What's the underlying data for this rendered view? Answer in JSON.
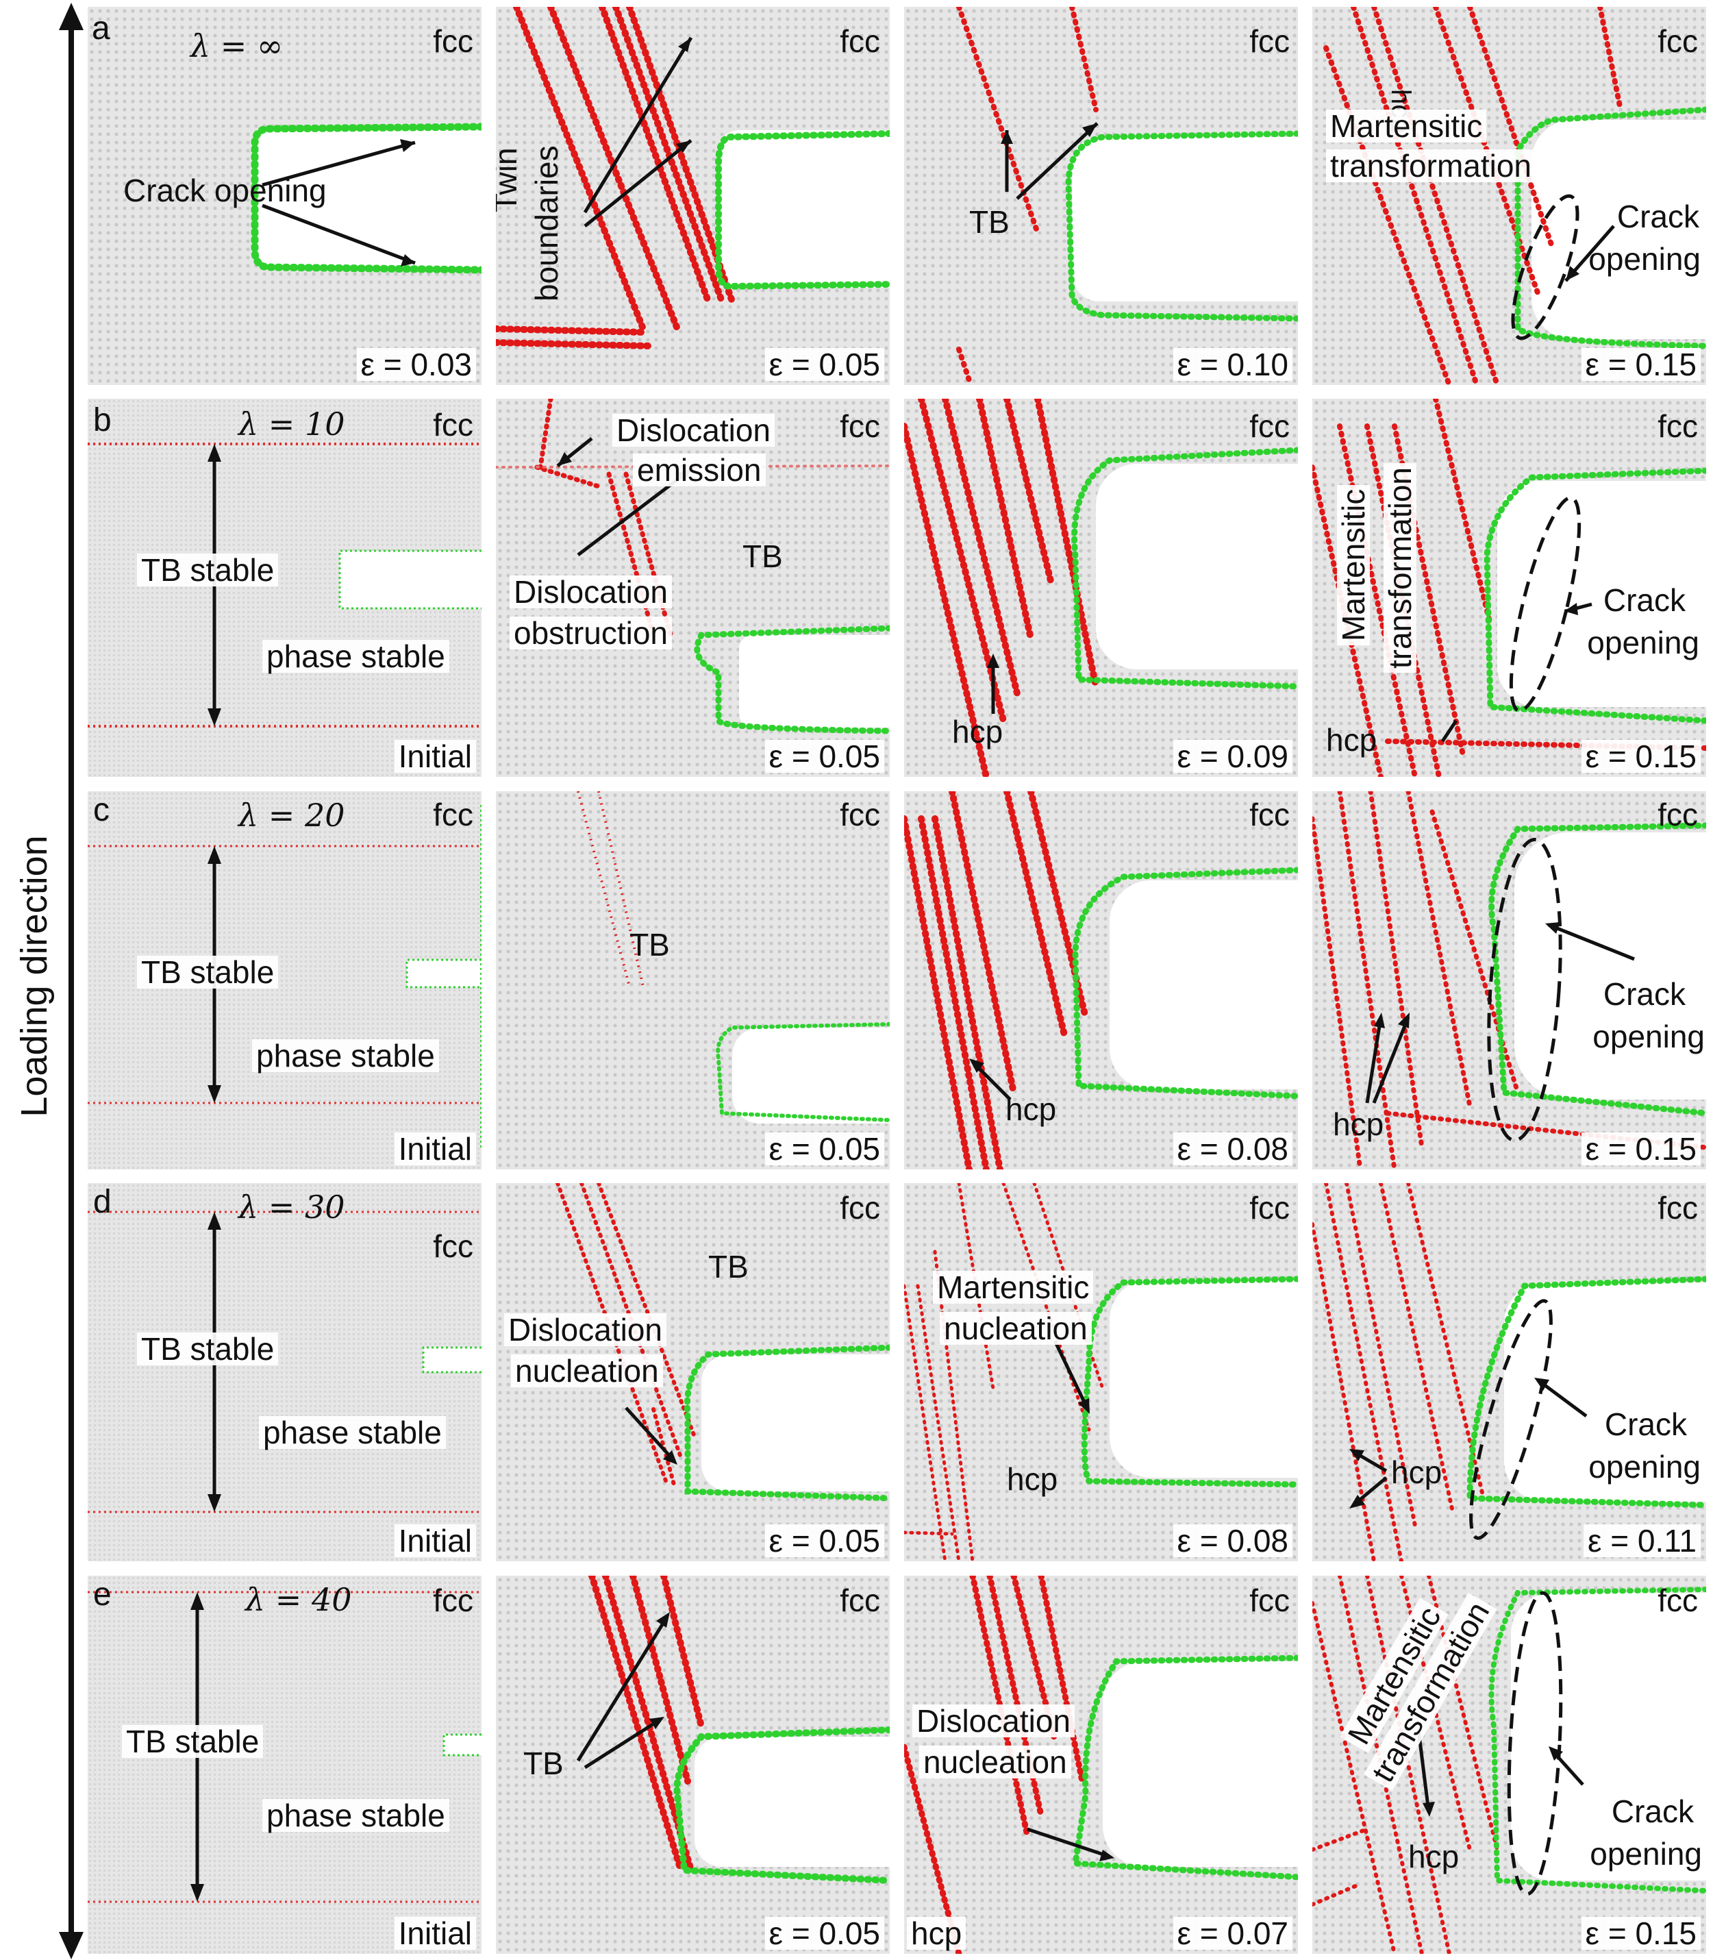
{
  "axis": {
    "label": "Loading direction"
  },
  "common": {
    "fcc": "fcc",
    "initial": "Initial",
    "tb_stable": "TB stable",
    "phase_stable": "phase stable",
    "tb": "TB",
    "hcp": "hcp"
  },
  "rows": [
    {
      "letter": "a",
      "lambda": "λ = ∞",
      "panels": [
        {
          "strain": "ε = 0.03",
          "annotations": [
            "Crack opening"
          ]
        },
        {
          "strain": "ε = 0.05",
          "annotations": [
            "Twin",
            "boundaries"
          ]
        },
        {
          "strain": "ε = 0.10",
          "annotations": [
            "TB"
          ]
        },
        {
          "strain": "ε = 0.15",
          "annotations": [
            "Martensitic",
            "transformation",
            "Crack",
            "opening",
            "hcp"
          ]
        }
      ]
    },
    {
      "letter": "b",
      "lambda": "λ = 10",
      "panels": [
        {
          "strain": "Initial"
        },
        {
          "strain": "ε = 0.05",
          "annotations": [
            "Dislocation",
            "emission",
            "Dislocation",
            "obstruction",
            "TB"
          ]
        },
        {
          "strain": "ε = 0.09",
          "annotations": [
            "hcp"
          ]
        },
        {
          "strain": "ε = 0.15",
          "annotations": [
            "Martensitic",
            "transformation",
            "Crack",
            "opening",
            "hcp"
          ]
        }
      ]
    },
    {
      "letter": "c",
      "lambda": "λ = 20",
      "panels": [
        {
          "strain": "Initial"
        },
        {
          "strain": "ε = 0.05",
          "annotations": [
            "TB"
          ]
        },
        {
          "strain": "ε = 0.08",
          "annotations": [
            "hcp"
          ]
        },
        {
          "strain": "ε = 0.15",
          "annotations": [
            "Crack",
            "opening",
            "hcp"
          ]
        }
      ]
    },
    {
      "letter": "d",
      "lambda": "λ = 30",
      "panels": [
        {
          "strain": "Initial"
        },
        {
          "strain": "ε = 0.05",
          "annotations": [
            "TB",
            "Dislocation",
            "nucleation"
          ]
        },
        {
          "strain": "ε = 0.08",
          "annotations": [
            "Martensitic",
            "nucleation",
            "hcp"
          ]
        },
        {
          "strain": "ε = 0.11",
          "annotations": [
            "hcp",
            "Crack",
            "opening"
          ]
        }
      ]
    },
    {
      "letter": "e",
      "lambda": "λ = 40",
      "panels": [
        {
          "strain": "Initial"
        },
        {
          "strain": "ε = 0.05",
          "annotations": [
            "TB"
          ]
        },
        {
          "strain": "ε = 0.07",
          "annotations": [
            "Dislocation",
            "nucleation",
            "hcp"
          ]
        },
        {
          "strain": "ε = 0.15",
          "annotations": [
            "Martensitic",
            "transformation",
            "hcp",
            "Crack",
            "opening"
          ]
        }
      ]
    }
  ]
}
